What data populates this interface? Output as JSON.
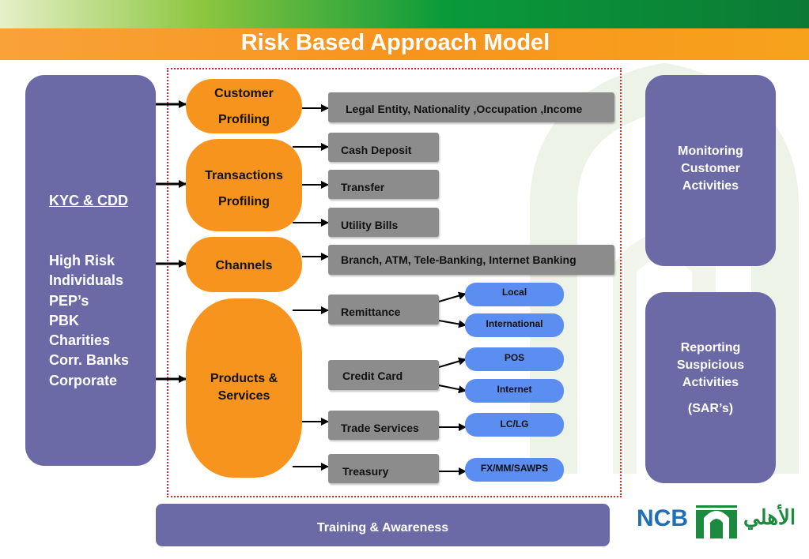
{
  "title": "Risk Based Approach Model",
  "left_panel": {
    "heading": "KYC & CDD",
    "items": [
      "High Risk",
      "Individuals",
      "PEP’s",
      "PBK",
      "Charities",
      "Corr. Banks",
      "Corporate"
    ]
  },
  "profiles": [
    {
      "line1": "Customer",
      "line2": "Profiling"
    },
    {
      "line1": "Transactions",
      "line2": "Profiling"
    },
    {
      "line1": "Channels",
      "line2": ""
    },
    {
      "line1": "Products &",
      "line2": "Services"
    }
  ],
  "gray_boxes": {
    "legal": "Legal Entity, Nationality ,Occupation ,Income",
    "cash": "Cash Deposit",
    "transfer": "Transfer",
    "utility": "Utility Bills",
    "branch": "Branch, ATM, Tele-Banking, Internet Banking",
    "remittance": "Remittance",
    "credit_card": "Credit Card",
    "trade": "Trade Services",
    "treasury": "Treasury"
  },
  "blue_pills": {
    "local": "Local",
    "international": "International",
    "pos": "POS",
    "internet": "Internet",
    "lclg": "LC/LG",
    "fx": "FX/MM/SAWPS"
  },
  "right_panels": {
    "monitoring": [
      "Monitoring",
      "Customer",
      "Activities"
    ],
    "reporting": [
      "Reporting",
      "Suspicious",
      "Activities"
    ],
    "sars": "(SAR’s)"
  },
  "training": "Training & Awareness",
  "logo": {
    "latin": "NCB",
    "arabic": "الأهلي"
  },
  "colors": {
    "orange": "#f7941d",
    "purple": "#6b6aa6",
    "gray": "#8c8c8c",
    "blue": "#5b8ef0",
    "dotted_border": "#d42a2a"
  }
}
